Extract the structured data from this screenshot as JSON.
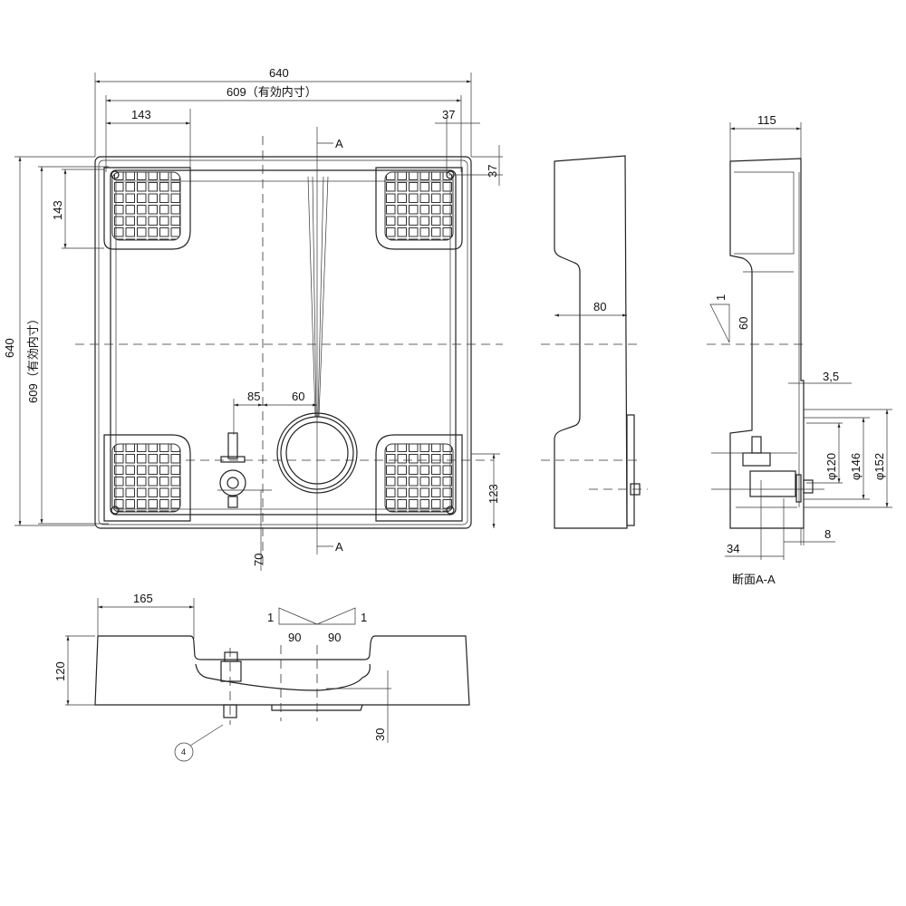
{
  "top_view": {
    "width_overall": "640",
    "width_inner": "609（有効内寸）",
    "pad_width": "143",
    "corner_offset_x": "37",
    "corner_offset_y": "37",
    "height_overall": "640",
    "height_inner": "609（有効内寸）",
    "pad_height": "143",
    "trap_offset": "85",
    "drain_offset": "60",
    "drain_from_bottom": "123",
    "trap_from_bottom": "70",
    "section_mark_top": "A",
    "section_mark_bottom": "A"
  },
  "side_view": {
    "depth": "80"
  },
  "section_view": {
    "depth": "115",
    "slope_rise": "1",
    "slope_run": "60",
    "thickness": "3,5",
    "dia_120": "φ120",
    "dia_146": "φ146",
    "dia_152": "φ152",
    "flange": "8",
    "trap_offset": "34",
    "caption": "断面A-A"
  },
  "front_view": {
    "pad_width": "165",
    "height": "120",
    "slope_left_rise": "1",
    "slope_right_rise": "1",
    "slope_left_run": "90",
    "slope_right_run": "90",
    "drop": "30",
    "callout": "4"
  }
}
